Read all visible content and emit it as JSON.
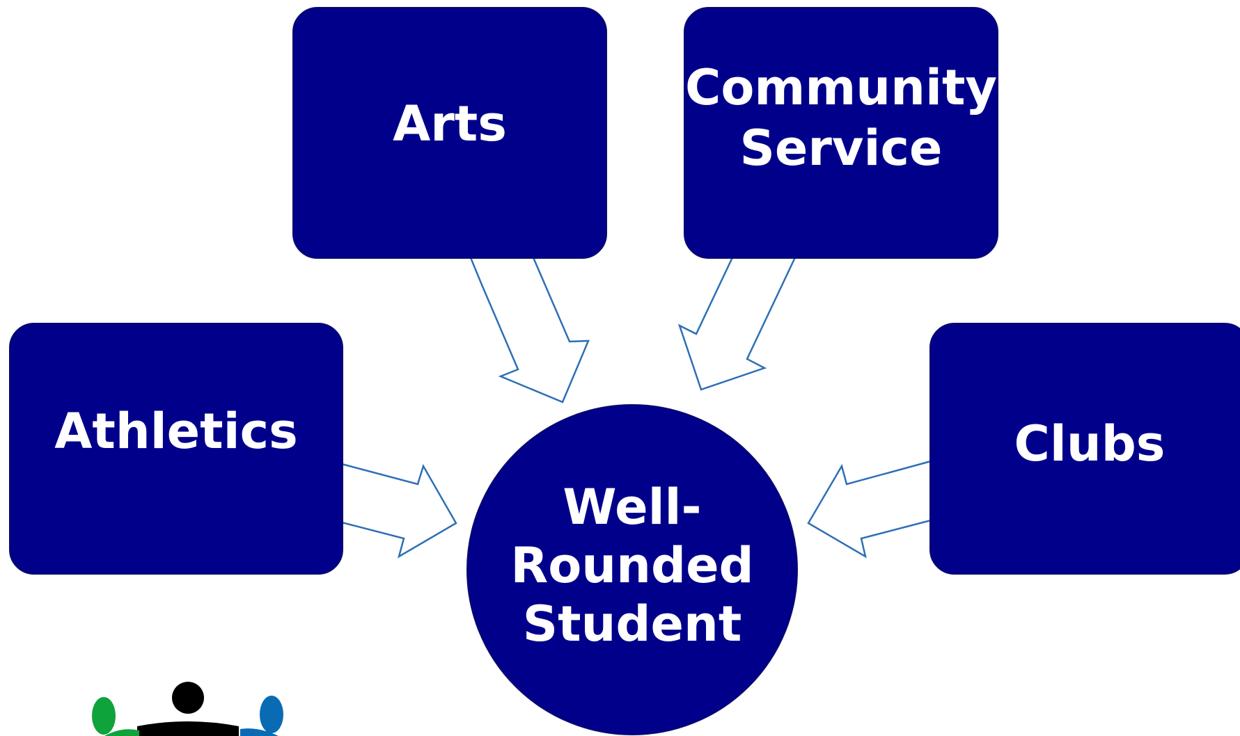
{
  "diagram": {
    "nodes": {
      "arts": "Arts",
      "community_service": "Community Service",
      "athletics": "Athletics",
      "clubs": "Clubs",
      "center": "Well-Rounded Student"
    },
    "edges": [
      {
        "from": "arts",
        "to": "center"
      },
      {
        "from": "community_service",
        "to": "center"
      },
      {
        "from": "athletics",
        "to": "center"
      },
      {
        "from": "clubs",
        "to": "center"
      }
    ],
    "colors": {
      "node_fill": "#00008b",
      "node_text": "#ffffff",
      "arrow_stroke": "#2e6fb5",
      "arrow_fill": "#ffffff"
    },
    "logo": {
      "icon": "people-group-logo",
      "figure_colors": [
        "#0ea33b",
        "#000000",
        "#0a6bb5"
      ]
    }
  }
}
